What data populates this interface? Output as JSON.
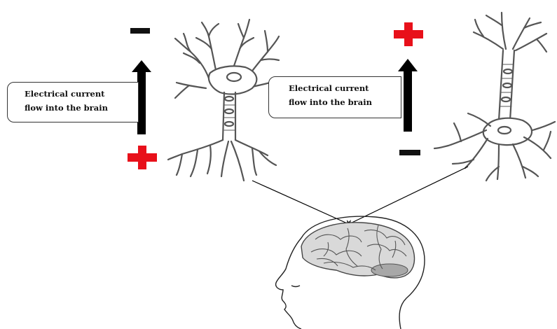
{
  "callouts": {
    "left": {
      "line1": "Electrical current",
      "line2": "flow into the brain"
    },
    "right": {
      "line1": "Electrical current",
      "line2": "flow into the brain"
    }
  },
  "colors": {
    "positive_sign": "#e8101a",
    "negative_sign": "#111111",
    "arrow": "#000000",
    "neuron_fill": "#ffffff",
    "neuron_stroke": "#555555",
    "brain_fill": "#d9d9d9",
    "cerebellum_fill": "#a8a8a8"
  },
  "icons": {
    "left_top_sign": "minus-icon",
    "left_bottom_sign": "plus-icon",
    "right_top_sign": "plus-icon",
    "right_bottom_sign": "minus-icon",
    "left_neuron": "neuron-icon",
    "right_neuron": "neuron-icon",
    "head": "human-head-icon",
    "brain": "brain-icon"
  }
}
